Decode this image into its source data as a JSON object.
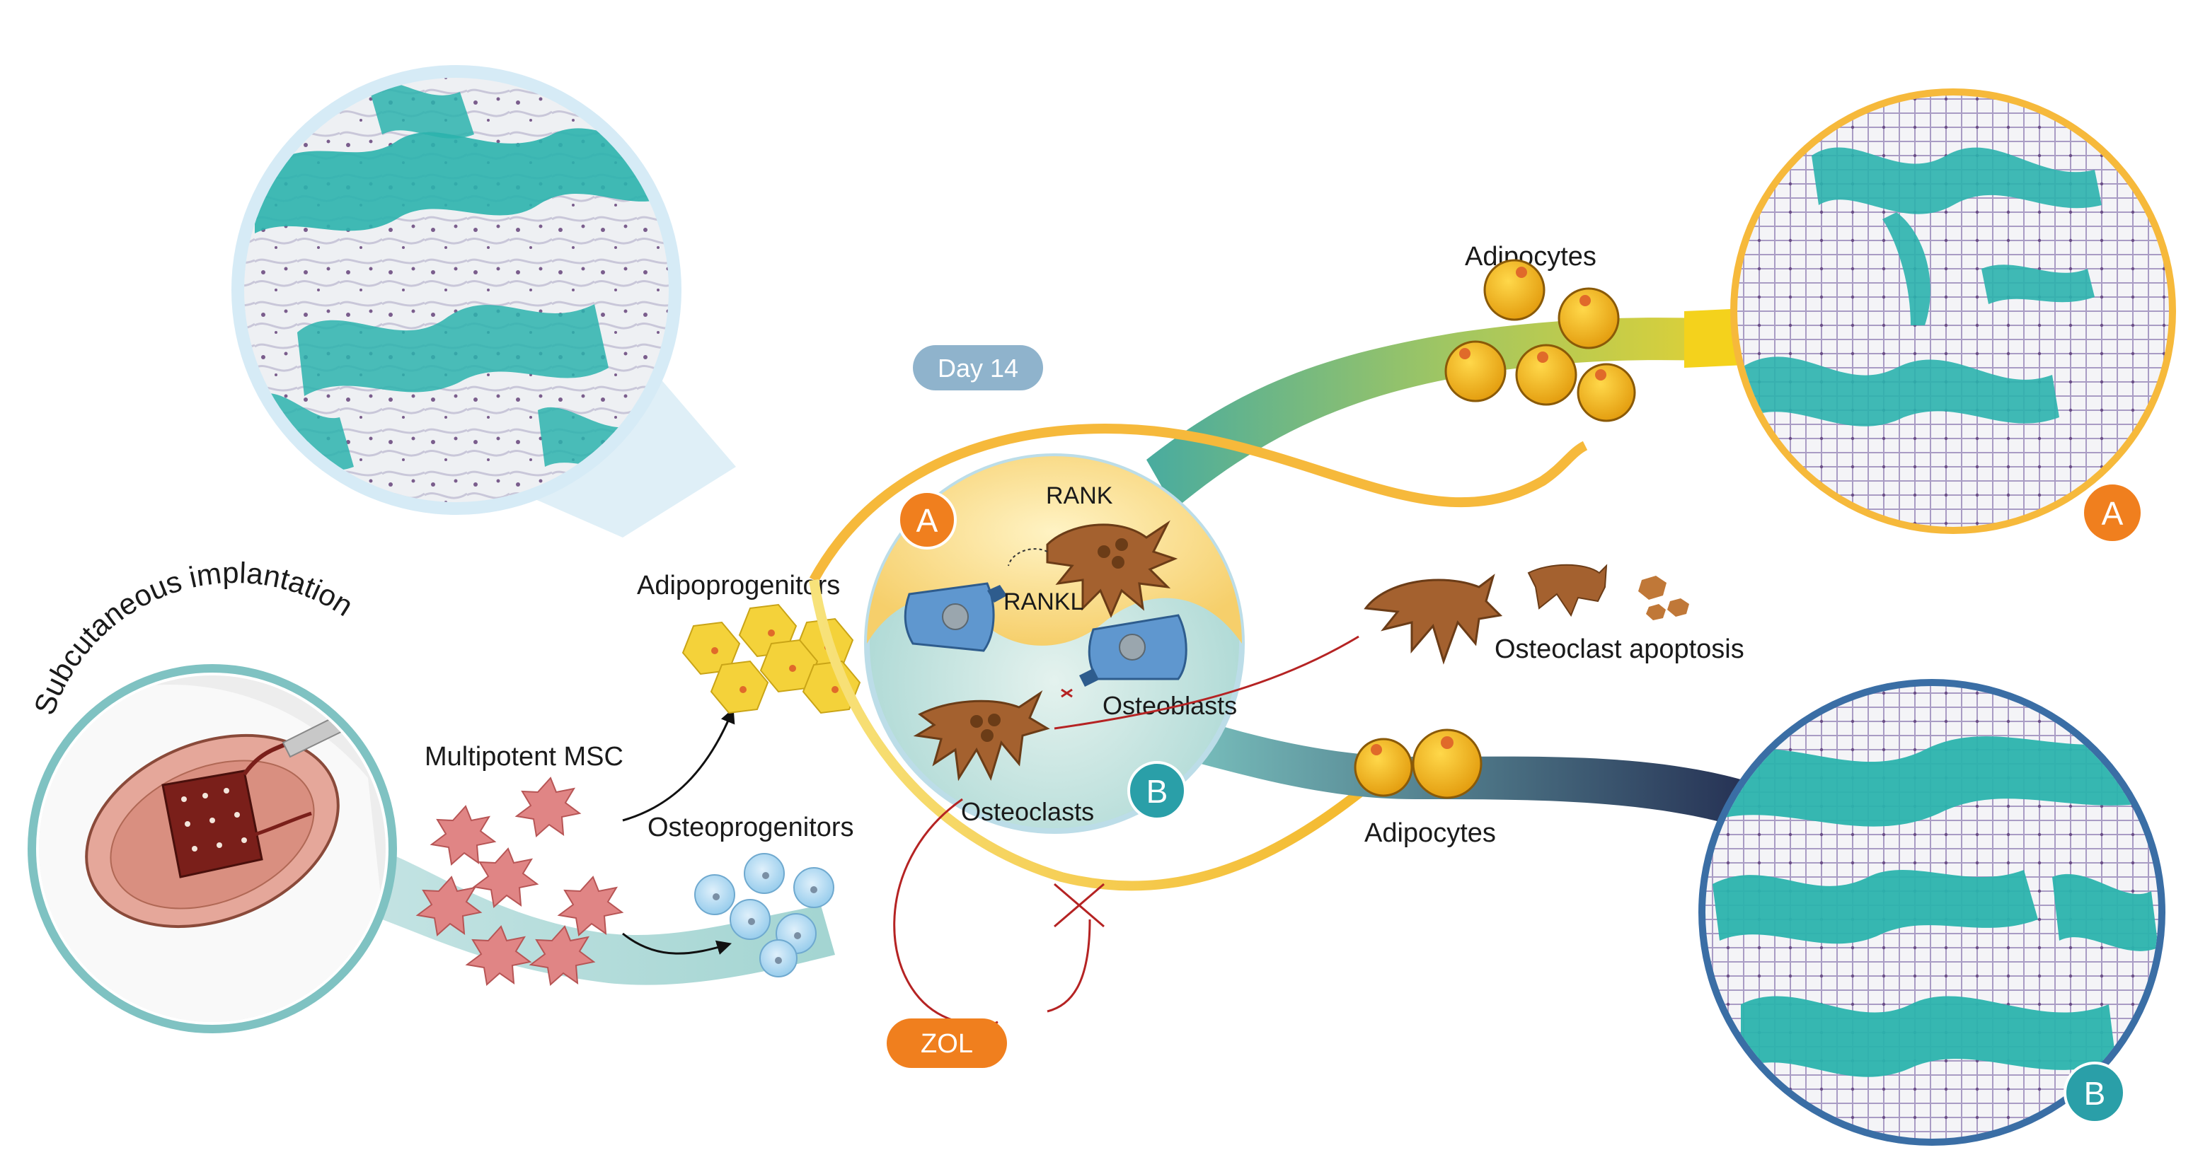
{
  "labels": {
    "subcutaneous_implantation": "Subcutaneous implantation",
    "multipotent_msc": "Multipotent MSC",
    "adipoprogenitors": "Adipoprogenitors",
    "osteoprogenitors": "Osteoprogenitors",
    "rank": "RANK",
    "rankl": "RANKL",
    "osteoblasts": "Osteoblasts",
    "osteoclasts": "Osteoclasts",
    "adipocytes_top": "Adipocytes",
    "adipocytes_bottom": "Adipocytes",
    "osteoclast_apoptosis": "Osteoclast apoptosis",
    "day14": "Day 14",
    "zol": "ZOL",
    "badge_a_center": "A",
    "badge_b_center": "B",
    "badge_a_result": "A",
    "badge_b_result": "B"
  },
  "colors": {
    "teal_stain": "#2bb3ad",
    "orange_badge": "#f07f1e",
    "teal_badge": "#2a9fa8",
    "adipocyte": "#f2b417",
    "osteoclast": "#a4612f",
    "osteoblast": "#5f97cf",
    "msc": "#e08585",
    "progenitor_yellow": "#f4d23a",
    "progenitor_blue": "#a9d6f0",
    "navy_arrow": "#1c2148",
    "inhibition": "#b52323",
    "ring_a": "#f6b93b",
    "ring_b": "#3a6ea5",
    "day14_pill": "#8fb3cc"
  }
}
